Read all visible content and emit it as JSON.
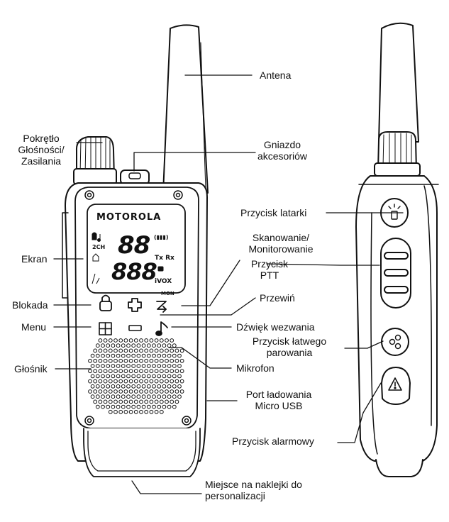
{
  "brand": "MOTOROLA",
  "lcd": {
    "digits_top": "88",
    "digits_bottom": "888",
    "channel_tag": "2CH",
    "battery": "(▮▮▮)",
    "txrx": "Tx Rx",
    "vox": "iVOX",
    "mon": "MON"
  },
  "labels": {
    "antenna": "Antena",
    "volume_knob_line1": "Pokrętło",
    "volume_knob_line2": "Głośności/",
    "volume_knob_line3": "Zasilania",
    "accessory_jack_line1": "Gniazdo",
    "accessory_jack_line2": "akcesoriów",
    "flashlight_button": "Przycisk latarki",
    "scan_monitor_line1": "Skanowanie/",
    "scan_monitor_line2": "Monitorowanie",
    "display": "Ekran",
    "ptt_line1": "Przycisk",
    "ptt_line2": "PTT",
    "lock": "Blokada",
    "scroll": "Przewiń",
    "menu": "Menu",
    "call_tone": "Dźwięk wezwania",
    "pairing_line1": "Przycisk łatwego",
    "pairing_line2": "parowania",
    "speaker": "Głośnik",
    "microphone": "Mikrofon",
    "usb_port_line1": "Port ładowania",
    "usb_port_line2": "Micro USB",
    "alarm_button": "Przycisk alarmowy",
    "sticker_line1": "Miejsce na naklejki do",
    "sticker_line2": "personalizacji"
  },
  "icons": {
    "lock": "padlock-icon",
    "plus": "plus-icon",
    "scroll": "scroll-arrow-icon",
    "menu": "menu-grid-icon",
    "minus": "minus-icon",
    "call_tone": "music-note-icon",
    "flashlight": "flashlight-icon",
    "pairing": "pairing-icon",
    "alarm": "warning-triangle-icon"
  }
}
